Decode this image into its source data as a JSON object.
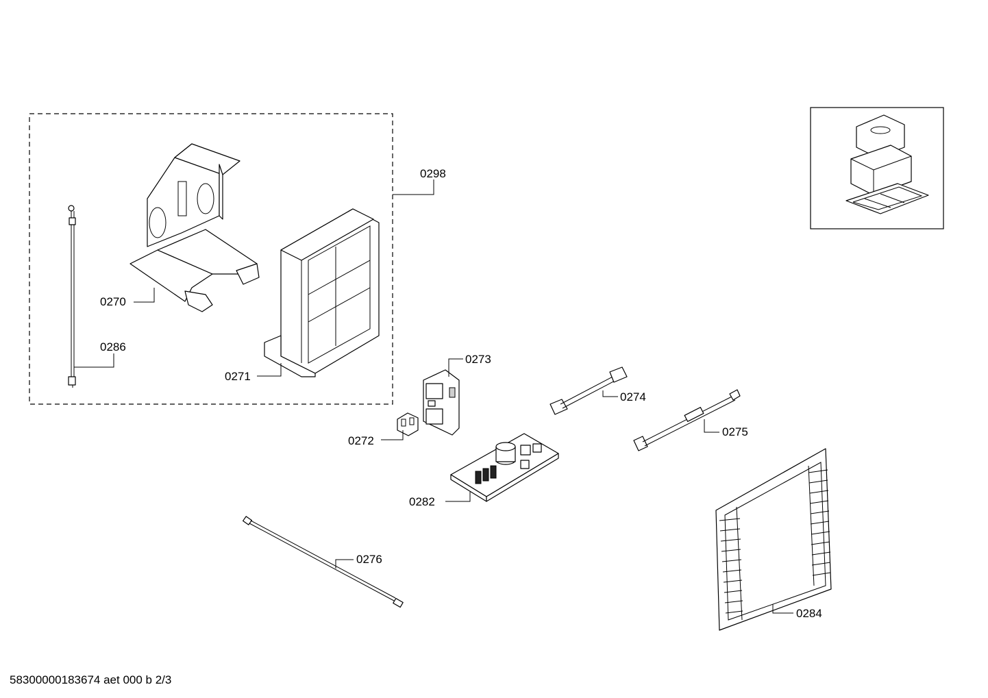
{
  "parts": {
    "p0298": "0298",
    "p0270": "0270",
    "p0286": "0286",
    "p0271": "0271",
    "p0273": "0273",
    "p0272": "0272",
    "p0274": "0274",
    "p0275": "0275",
    "p0282": "0282",
    "p0276": "0276",
    "p0284": "0284"
  },
  "footer": {
    "doc_id": "58300000183674 aet 000 b 2/3"
  }
}
